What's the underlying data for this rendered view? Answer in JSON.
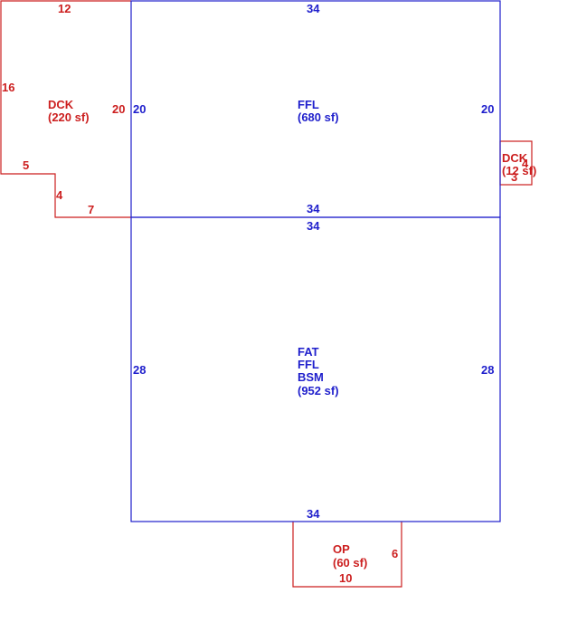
{
  "areas": {
    "ffl": {
      "lines": [
        "FFL",
        "(680 sf)"
      ]
    },
    "main": {
      "lines": [
        "FAT",
        "FFL",
        "BSM",
        "(952 sf)"
      ]
    },
    "deck_left": {
      "lines": [
        "DCK",
        "(220 sf)"
      ]
    },
    "deck_right": {
      "lines": [
        "DCK",
        "(12 sf)"
      ]
    },
    "porch": {
      "lines": [
        "OP",
        "(60 sf)"
      ]
    }
  },
  "dimensions": {
    "ffl_top": "34",
    "ffl_left": "20",
    "ffl_right": "20",
    "ffl_bottom": "34",
    "main_top": "34",
    "main_left": "28",
    "main_right": "28",
    "main_bottom": "34",
    "deck_left_top": "12",
    "deck_left_left": "16",
    "deck_left_right": "20",
    "deck_left_step_h": "5",
    "deck_left_step_v": "4",
    "deck_left_bottom": "7",
    "deck_right_side": "4",
    "deck_right_bottom": "3",
    "porch_right": "6",
    "porch_bottom": "10"
  },
  "colors": {
    "living": "#1f1fcc",
    "exterior": "#cc1f1f"
  }
}
